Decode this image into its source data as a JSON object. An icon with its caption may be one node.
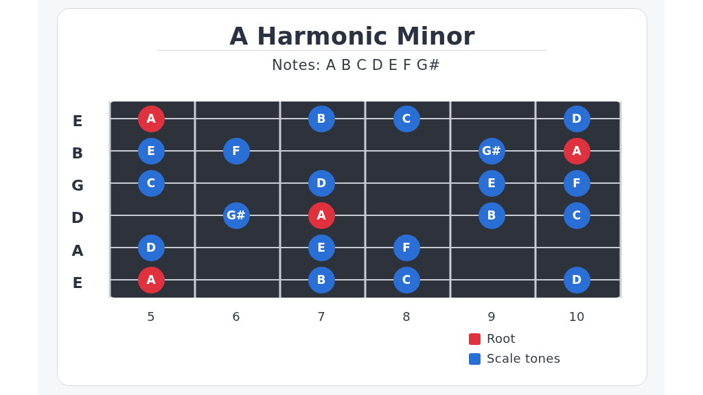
{
  "diagram": {
    "title": "A Harmonic Minor",
    "nodes": [
      {
        "text": [
          "A"
        ]
      },
      {
        "text": [
          "B"
        ]
      },
      {
        "text": [
          "C"
        ]
      },
      {
        "text": [
          "D"
        ]
      },
      {
        "text": [
          "E"
        ]
      },
      {
        "text": [
          "F"
        ]
      },
      {
        "text": [
          "G#"
        ]
      },
      {
        "text": [
          "A"
        ]
      },
      {
        "text": [
          "C"
        ]
      },
      {
        "text": [
          "D"
        ]
      },
      {
        "text": [
          "E"
        ]
      },
      {
        "text": [
          "F"
        ]
      },
      {
        "text": [
          "G#"
        ]
      },
      {
        "text": [
          "A"
        ]
      },
      {
        "text": [
          "B"
        ]
      },
      {
        "text": [
          "C"
        ]
      },
      {
        "text": [
          "D"
        ]
      },
      {
        "text": [
          "E"
        ]
      },
      {
        "text": [
          "F"
        ]
      },
      {
        "text": [
          "A"
        ]
      },
      {
        "text": [
          "B"
        ]
      },
      {
        "text": [
          "C"
        ]
      },
      {
        "text": [
          "D"
        ]
      }
    ],
    "labels": [
      "Notes: A B C D E F G#",
      "E",
      "B",
      "G",
      "D",
      "A",
      "E",
      "5",
      "6",
      "7",
      "8",
      "9",
      "10"
    ],
    "legend": [
      {
        "text": "Root",
        "color": "#e0323e"
      },
      {
        "text": "Scale tones",
        "color": "#2a6fd6"
      }
    ]
  }
}
